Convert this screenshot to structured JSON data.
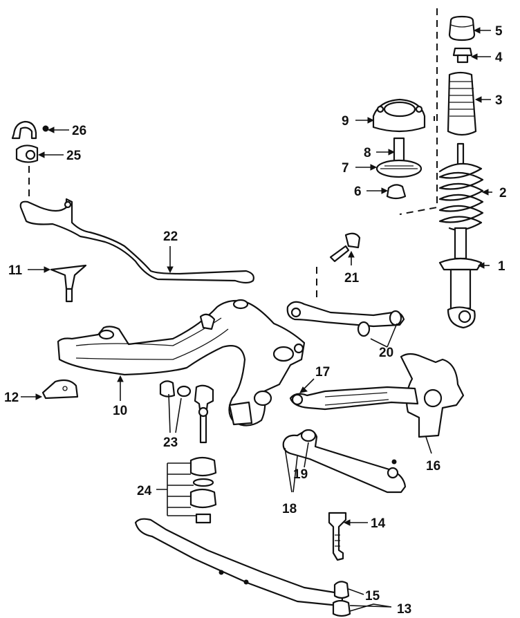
{
  "diagram": {
    "callouts": [
      {
        "id": "c1",
        "label": "1"
      },
      {
        "id": "c2",
        "label": "2"
      },
      {
        "id": "c3",
        "label": "3"
      },
      {
        "id": "c4",
        "label": "4"
      },
      {
        "id": "c5",
        "label": "5"
      },
      {
        "id": "c6",
        "label": "6"
      },
      {
        "id": "c7",
        "label": "7"
      },
      {
        "id": "c8",
        "label": "8"
      },
      {
        "id": "c9",
        "label": "9"
      },
      {
        "id": "c10",
        "label": "10"
      },
      {
        "id": "c11",
        "label": "11"
      },
      {
        "id": "c12",
        "label": "12"
      },
      {
        "id": "c13",
        "label": "13"
      },
      {
        "id": "c14",
        "label": "14"
      },
      {
        "id": "c15",
        "label": "15"
      },
      {
        "id": "c16",
        "label": "16"
      },
      {
        "id": "c17",
        "label": "17"
      },
      {
        "id": "c18",
        "label": "18"
      },
      {
        "id": "c19",
        "label": "19"
      },
      {
        "id": "c20",
        "label": "20"
      },
      {
        "id": "c21",
        "label": "21"
      },
      {
        "id": "c22",
        "label": "22"
      },
      {
        "id": "c23",
        "label": "23"
      },
      {
        "id": "c24",
        "label": "24"
      },
      {
        "id": "c25",
        "label": "25"
      },
      {
        "id": "c26",
        "label": "26"
      }
    ]
  }
}
